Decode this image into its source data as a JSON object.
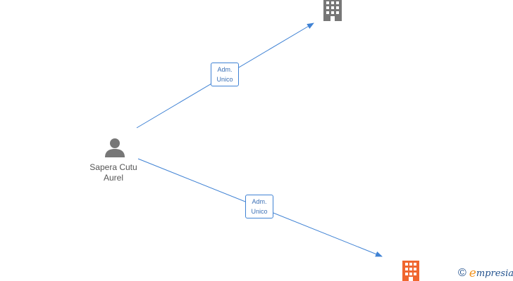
{
  "person": {
    "name_line1": "Sapera Cutu",
    "name_line2": "Aurel",
    "icon": "person-icon"
  },
  "companies": [
    {
      "icon": "building-icon",
      "color": "#777777"
    },
    {
      "icon": "building-icon",
      "color": "#f0662e"
    }
  ],
  "edges": [
    {
      "from": "person",
      "to": "company-1",
      "label_line1": "Adm.",
      "label_line2": "Unico",
      "color": "#3f82d4"
    },
    {
      "from": "person",
      "to": "company-2",
      "label_line1": "Adm.",
      "label_line2": "Unico",
      "color": "#3f82d4"
    }
  ],
  "watermark": {
    "symbol": "©",
    "brand_first": "e",
    "brand_rest": "mpresia",
    "accent_color": "#f0921e"
  }
}
